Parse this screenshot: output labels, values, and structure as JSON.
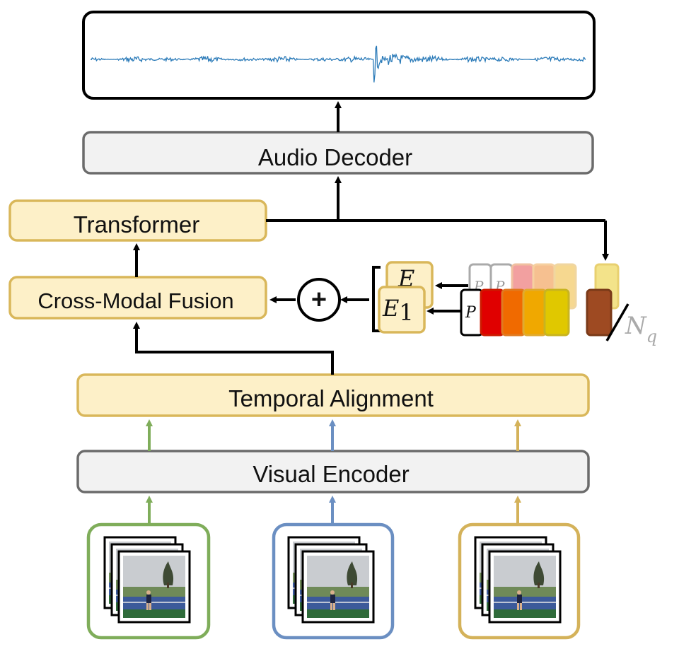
{
  "blocks": {
    "audio_decoder": "Audio Decoder",
    "transformer": "Transformer",
    "cross_modal_fusion": "Cross-Modal Fusion",
    "temporal_alignment": "Temporal Alignment",
    "visual_encoder": "Visual Encoder"
  },
  "symbols": {
    "plus": "+",
    "e_top": "E",
    "e1_letter": "E",
    "e1_sub": "1",
    "p": "P",
    "nq_letter": "N",
    "nq_sub": "q"
  },
  "colors": {
    "yellow_fill": "#fdf0c8",
    "yellow_border": "#d9b75a",
    "gray_fill": "#f2f2f2",
    "gray_border": "#6b6b6b",
    "green": "#7fad5a",
    "blue": "#6b8fc2",
    "gold": "#d4b25a",
    "waveform": "#2a7ab8",
    "codebook_front": [
      "#e00000",
      "#f06a00",
      "#f0a800",
      "#e0c800"
    ],
    "codebook_back": [
      "#aaaaaa",
      "#aaaaaa",
      "#f2a0a0",
      "#f6c090",
      "#f6d890"
    ],
    "last_code_front": "#9e4a22",
    "last_code_back": "#f3e38a"
  }
}
